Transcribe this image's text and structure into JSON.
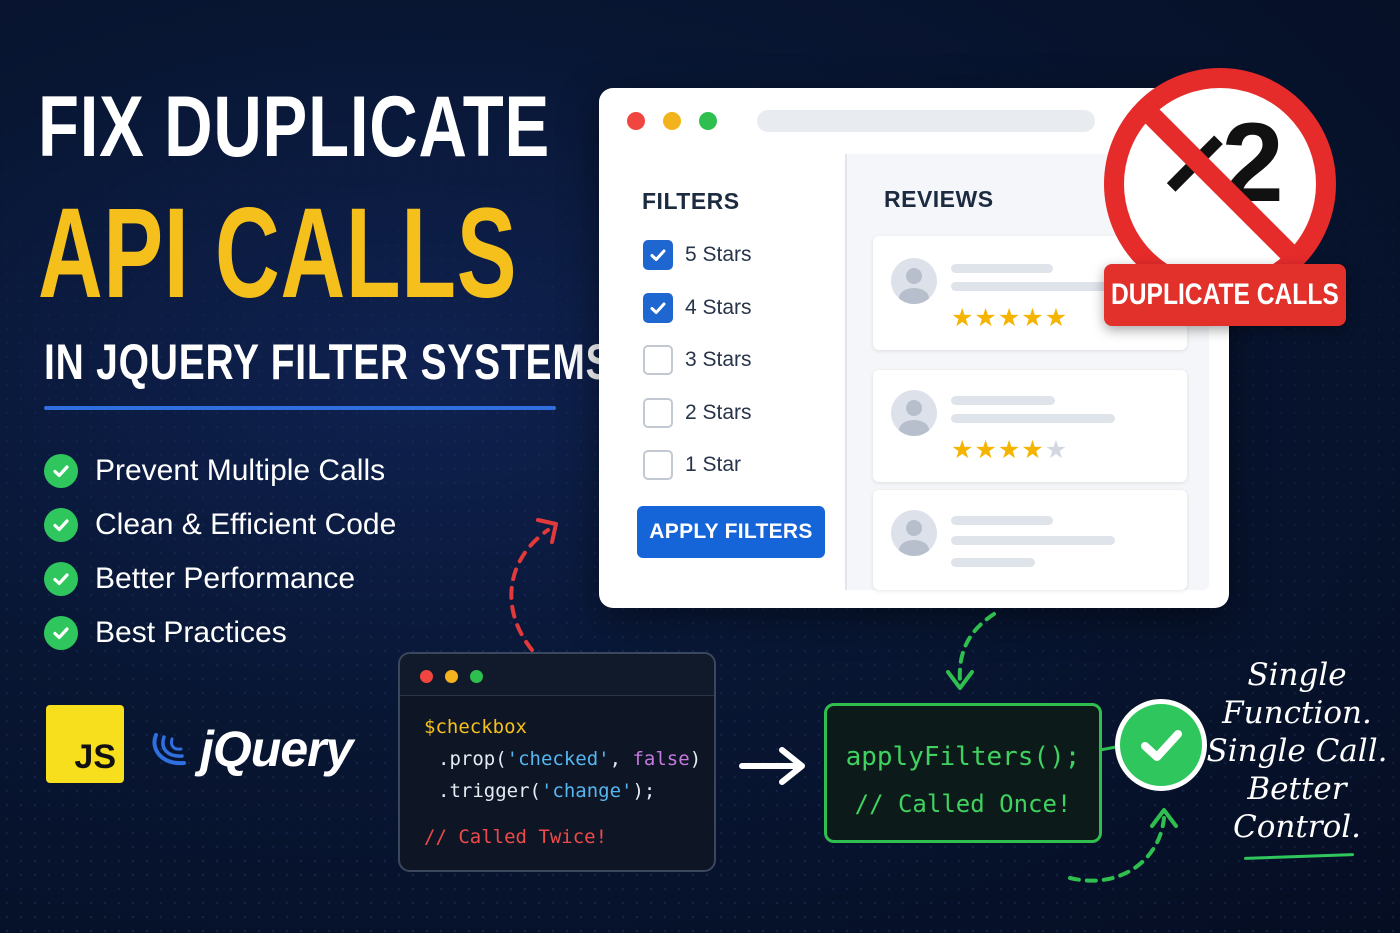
{
  "headline": {
    "line1": "FIX DUPLICATE",
    "line2": "API CALLS",
    "line3": "IN JQUERY FILTER SYSTEMS"
  },
  "benefits": [
    {
      "label": "Prevent Multiple Calls"
    },
    {
      "label": "Clean & Efficient Code"
    },
    {
      "label": "Better Performance"
    },
    {
      "label": "Best Practices"
    }
  ],
  "logos": {
    "js": "JS",
    "jquery": "jQuery"
  },
  "browser": {
    "filters_title": "FILTERS",
    "filters": [
      {
        "label": "5 Stars",
        "checked": true
      },
      {
        "label": "4 Stars",
        "checked": true
      },
      {
        "label": "3 Stars",
        "checked": false
      },
      {
        "label": "2 Stars",
        "checked": false
      },
      {
        "label": "1 Star",
        "checked": false
      }
    ],
    "apply_label": "APPLY FILTERS",
    "reviews_title": "REVIEWS",
    "reviews": [
      {
        "rating": 5
      },
      {
        "rating": 4
      },
      {
        "rating": 0
      }
    ]
  },
  "duplicate_sign": {
    "multiplier": "×2",
    "badge": "DUPLICATE CALLS"
  },
  "code": {
    "line1": "$checkbox",
    "line2_a": ".prop(",
    "line2_b": "'checked'",
    "line2_c": ", ",
    "line2_d": "false",
    "line2_e": ")",
    "line3_a": ".trigger(",
    "line3_b": "'change'",
    "line3_c": ");",
    "comment": "// Called Twice!"
  },
  "solution": {
    "call": "applyFilters();",
    "comment": "// Called Once!"
  },
  "note": {
    "line1": "Single",
    "line2": "Function.",
    "line3": "Single Call.",
    "line4": "Better",
    "line5": "Control."
  },
  "colors": {
    "accent_yellow": "#f5c01b",
    "accent_blue": "#1565d8",
    "success_green": "#2fc75d",
    "danger_red": "#e62b2b",
    "background": "#081633"
  },
  "icons": [
    "check-circle-icon",
    "checkbox-icon",
    "avatar-icon",
    "star-icon",
    "ban-icon",
    "arrow-right-icon",
    "javascript-logo",
    "jquery-logo"
  ]
}
